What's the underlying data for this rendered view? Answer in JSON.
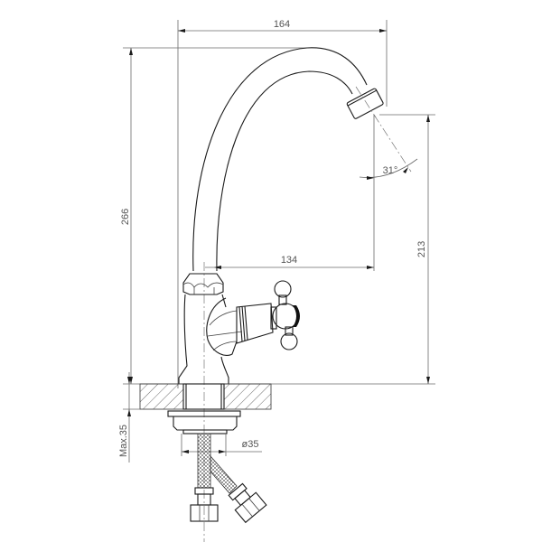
{
  "drawing": {
    "title": "Faucet technical drawing",
    "dimensions": {
      "overall_width": "164",
      "overall_height": "266",
      "spout_reach": "134",
      "spout_height": "213",
      "spout_angle": "31°",
      "mount_max_thickness": "Max.35",
      "mount_hole_diameter": "ø35"
    },
    "colors": {
      "line": "#1a1a1a",
      "dimension": "#6a6a6a",
      "text": "#555555",
      "background": "#ffffff"
    }
  }
}
